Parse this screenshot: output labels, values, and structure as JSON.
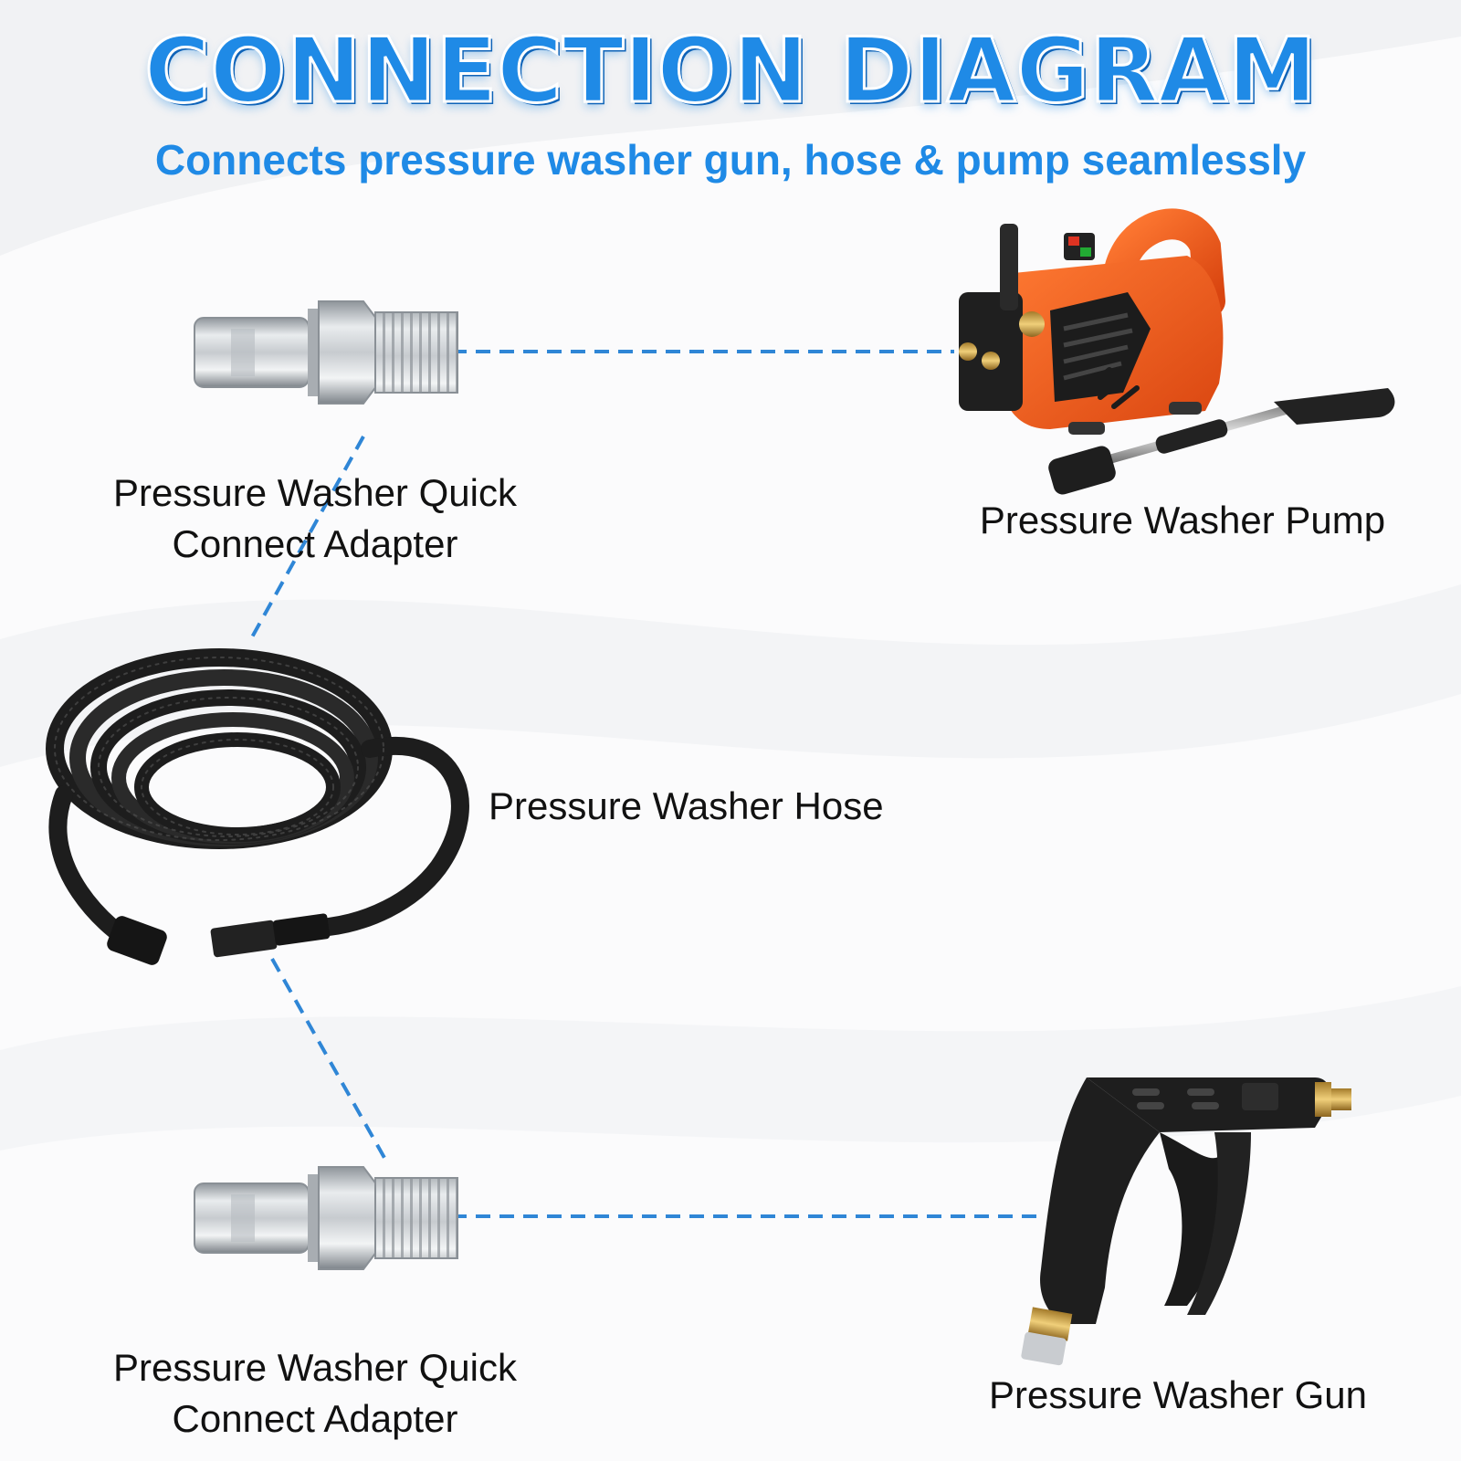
{
  "title": "CONNECTION DIAGRAM",
  "subtitle": "Connects pressure washer gun, hose & pump seamlessly",
  "components": {
    "adapter_top": {
      "line1": "Pressure Washer Quick",
      "line2": "Connect Adapter",
      "icon": "quick-connect-adapter-icon"
    },
    "pump": {
      "label": "Pressure Washer Pump",
      "icon": "pressure-washer-pump-icon"
    },
    "hose": {
      "label": "Pressure Washer Hose",
      "icon": "coiled-hose-icon"
    },
    "adapter_bottom": {
      "line1": "Pressure Washer Quick",
      "line2": "Connect Adapter",
      "icon": "quick-connect-adapter-icon"
    },
    "gun": {
      "label": "Pressure Washer Gun",
      "icon": "spray-gun-icon"
    }
  },
  "colors": {
    "accent": "#1f8ae6",
    "dashed_line": "#2f86d6",
    "pump_body": "#f05a1a",
    "metal": "#c9ccd0",
    "hose": "#1d1d1d",
    "brass": "#c9a04a"
  }
}
